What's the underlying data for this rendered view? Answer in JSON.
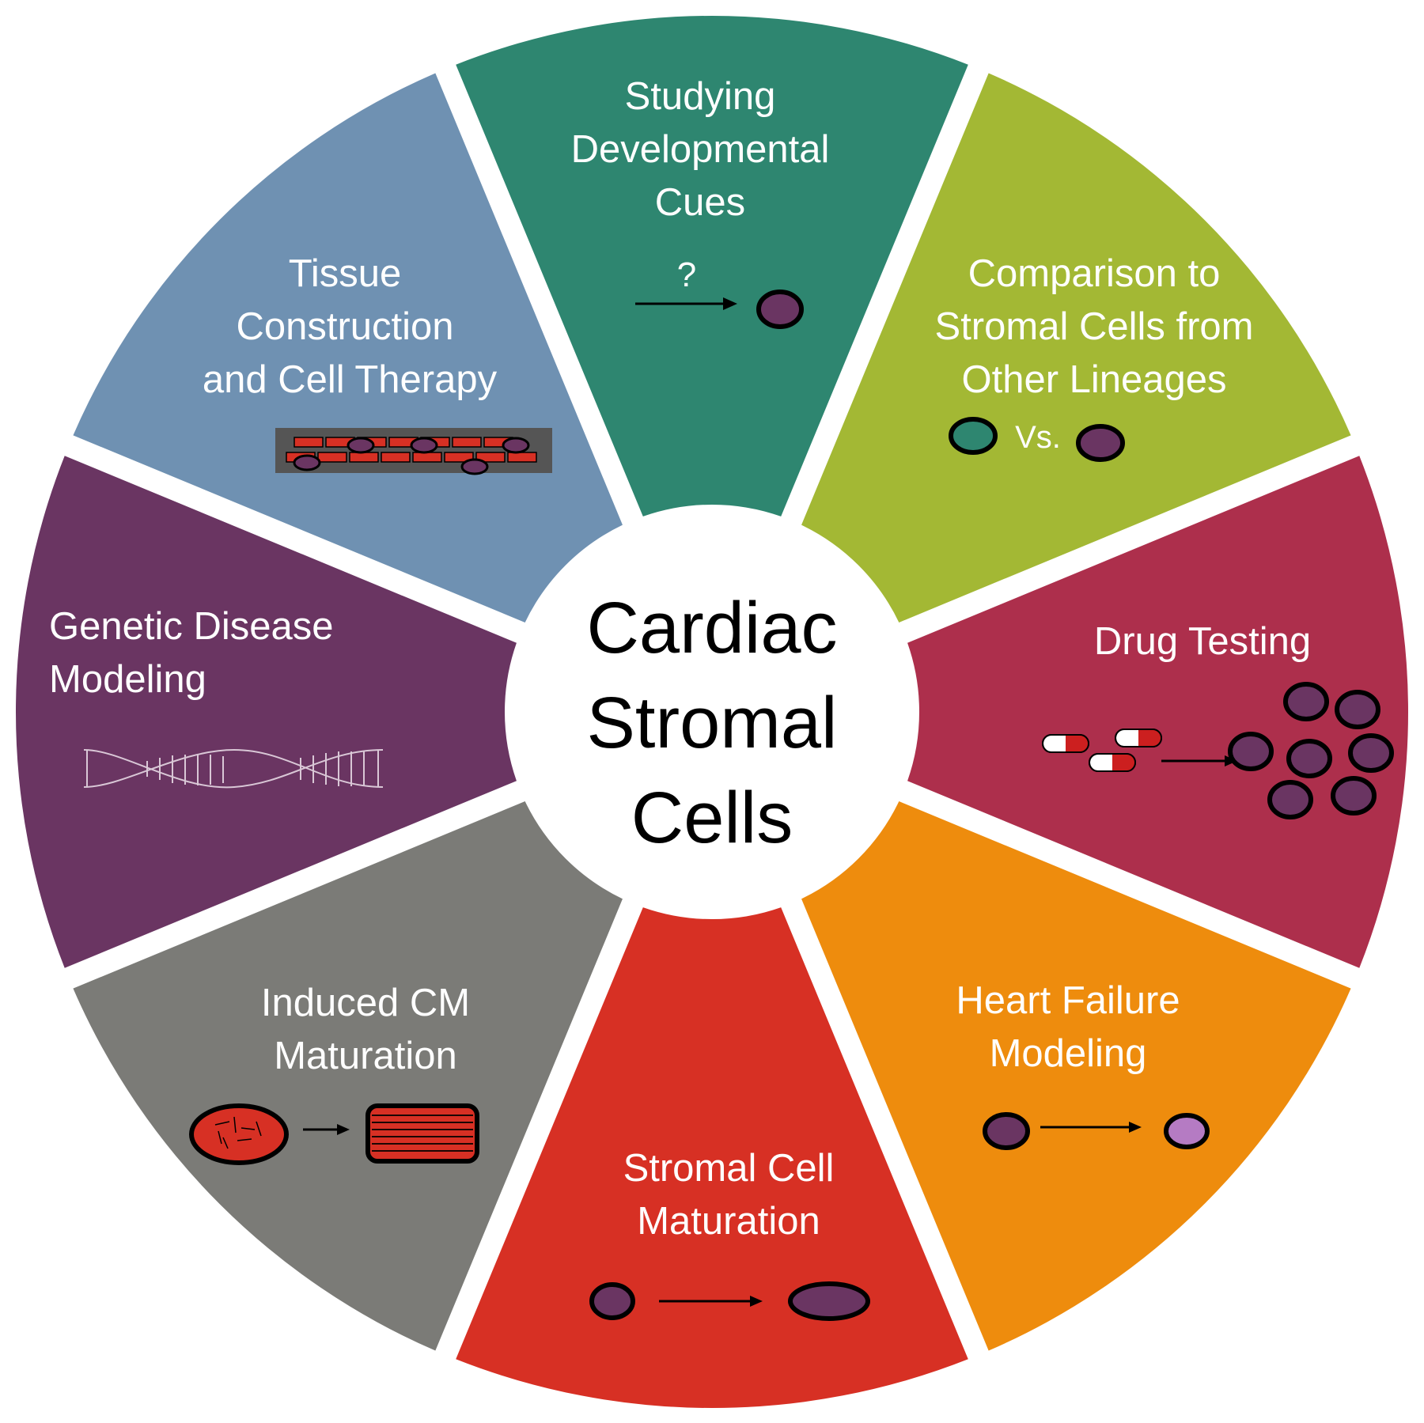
{
  "center": {
    "lines": [
      "Cardiac",
      "Stromal",
      "Cells"
    ]
  },
  "segments": [
    {
      "id": "developmental",
      "color": "#2e8670",
      "lines": [
        "Studying",
        "Developmental",
        "Cues"
      ],
      "icon": "question-arrow-cell",
      "icon_text": "?"
    },
    {
      "id": "comparison",
      "color": "#a3b834",
      "lines": [
        "Comparison to",
        "Stromal Cells from",
        "Other Lineages"
      ],
      "icon": "cell-vs-cell",
      "icon_text": "Vs."
    },
    {
      "id": "drug",
      "color": "#ad2f4c",
      "lines": [
        "Drug Testing"
      ],
      "icon": "pills-to-cells"
    },
    {
      "id": "heart-failure",
      "color": "#ee8c0d",
      "lines": [
        "Heart Failure",
        "Modeling"
      ],
      "icon": "cell-to-lighter-cell"
    },
    {
      "id": "stromal-maturation",
      "color": "#d73024",
      "lines": [
        "Stromal Cell",
        "Maturation"
      ],
      "icon": "cell-to-elongated-cell"
    },
    {
      "id": "cm-maturation",
      "color": "#7b7b77",
      "lines": [
        "Induced CM",
        "Maturation"
      ],
      "icon": "round-cm-to-rod-cm"
    },
    {
      "id": "genetic",
      "color": "#6a3562",
      "lines": [
        "Genetic Disease",
        "Modeling"
      ],
      "icon": "dna-helix"
    },
    {
      "id": "tissue",
      "color": "#6f91b2",
      "lines": [
        "Tissue",
        "Construction",
        "and Cell Therapy"
      ],
      "icon": "tissue-construct"
    }
  ],
  "colors": {
    "cell_fill": "#6a3562",
    "cell_light_fill": "#b57bc3",
    "teal_cell_fill": "#2e8670",
    "cm_red": "#d73024",
    "tissue_dark": "#555555"
  }
}
